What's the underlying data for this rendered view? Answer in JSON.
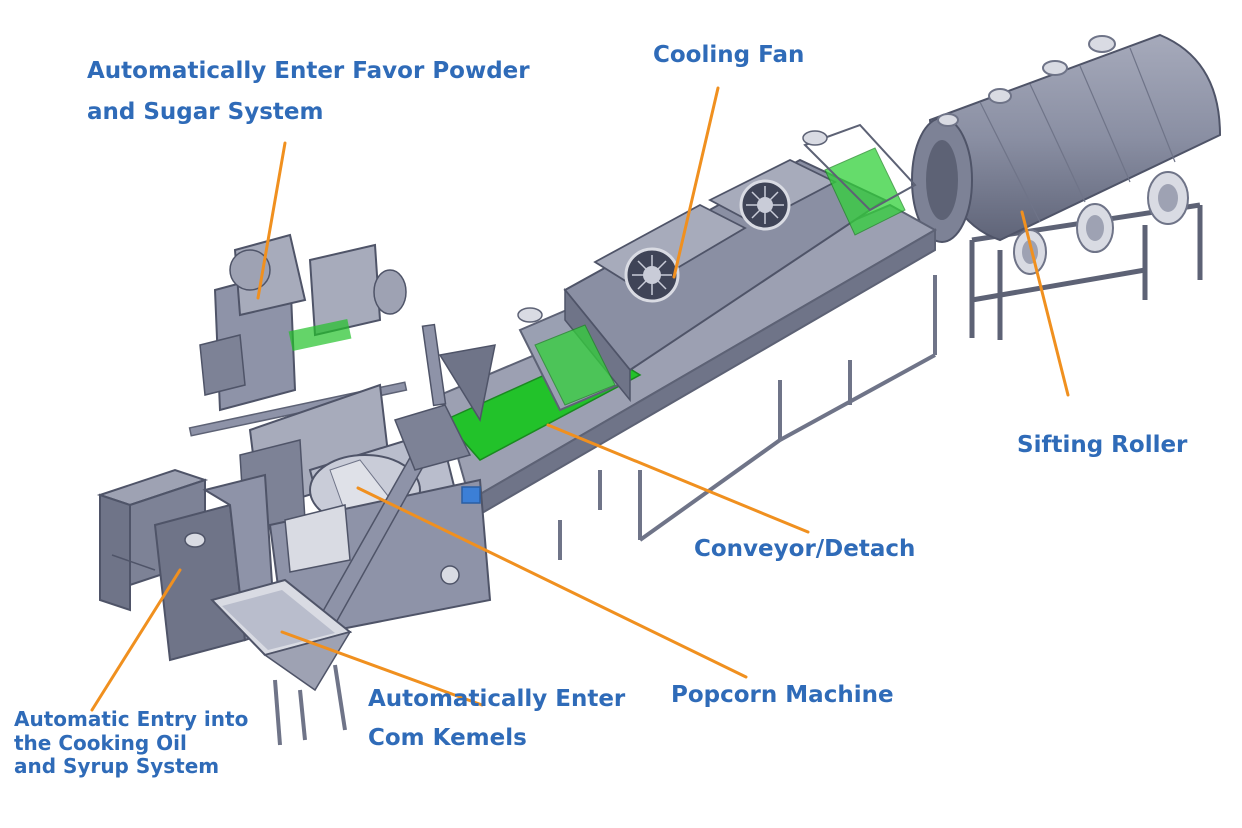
{
  "colors": {
    "label": "#2f6bb8",
    "leader": "#f0901f",
    "metal": "#8e93a8",
    "metal_dark": "#5d6275",
    "metal_light": "#b9bdcc",
    "frame": "#6f7488",
    "belt_green": "#22c22a"
  },
  "icons": [
    "fan-icon"
  ],
  "labels": {
    "flavor_powder": {
      "lines": [
        "Automatically Enter Favor Powder",
        "and Sugar System"
      ]
    },
    "cooling_fan": {
      "lines": [
        "Cooling Fan"
      ]
    },
    "sifting_roller": {
      "lines": [
        "Sifting Roller"
      ]
    },
    "conveyor": {
      "lines": [
        "Conveyor/Detach"
      ]
    },
    "popcorn_machine": {
      "lines": [
        "Popcorn Machine"
      ]
    },
    "corn_kernels": {
      "lines": [
        "Automatically Enter",
        "Com Kemels"
      ]
    },
    "cooking_oil": {
      "lines": [
        "Automatic Entry into",
        "the Cooking Oil",
        "and Syrup System"
      ]
    }
  }
}
